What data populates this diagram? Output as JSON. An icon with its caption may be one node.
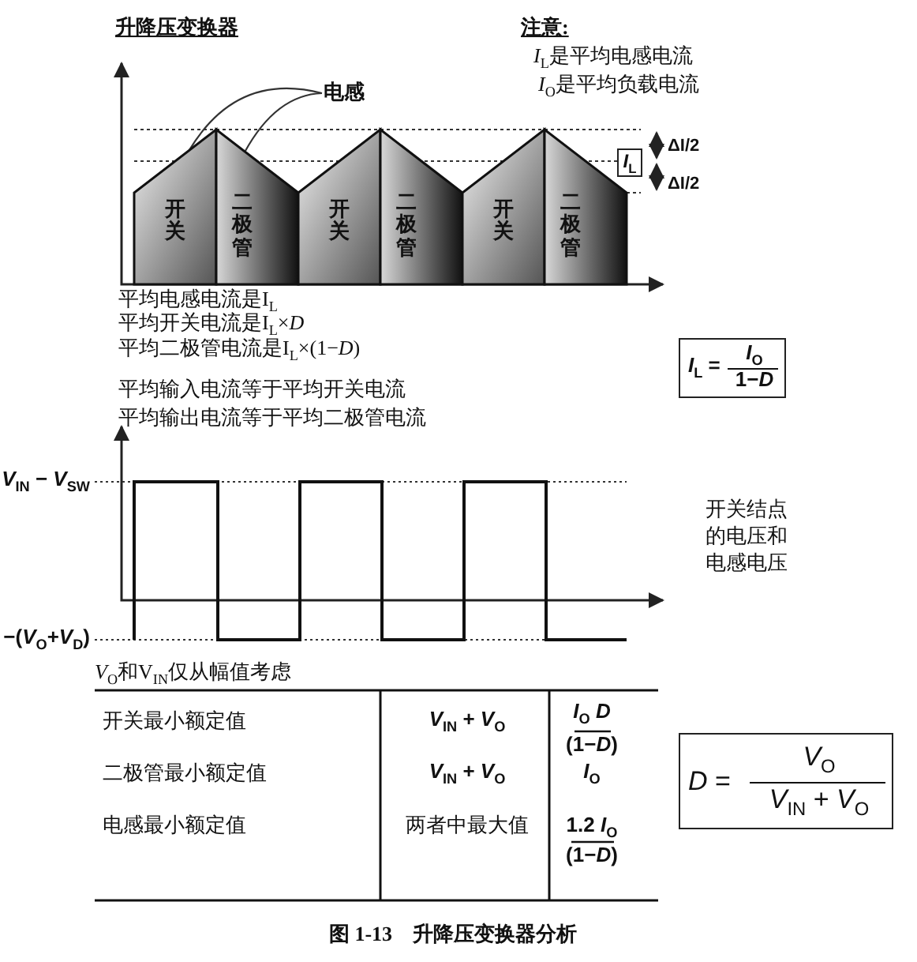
{
  "diagram": {
    "title": "升降压变换器",
    "caption": "图 1-13　升降压变换器分析",
    "nodes": [
      {
        "text": [
          "电感"
        ]
      },
      {
        "text": [
          "开关"
        ]
      },
      {
        "text": [
          "二极管"
        ]
      },
      {
        "text": [
          "开关"
        ]
      },
      {
        "text": [
          "二极管"
        ]
      },
      {
        "text": [
          "开关"
        ]
      },
      {
        "text": [
          "二极管"
        ]
      },
      {
        "text": [
          "*I*$_{L}$"
        ]
      },
      {
        "text": [
          "*I*$_{L}$ =",
          "*I*$_{O}$",
          "1−*D*"
        ]
      },
      {
        "text": [
          "*D* =",
          "*V*$_{O}$",
          "*V*$_{IN}$ + *V*$_{O}$"
        ]
      }
    ],
    "edges": [
      {
        "from": 0,
        "to": 1,
        "arrow": "none"
      },
      {
        "from": 0,
        "to": 2,
        "arrow": "none"
      }
    ],
    "labels": [
      "注意:",
      "*I*$_{L}$是平均电感电流",
      "*I*$_{O}$是平均负载电流",
      "ΔI/2",
      "ΔI/2",
      "平均电感电流是I$_{L}$",
      "平均开关电流是I$_{L}$×*D*",
      "平均二极管电流是I$_{L}$×(1−*D*)",
      "平均输入电流等于平均开关电流",
      "平均输出电流等于平均二极管电流",
      "*V*$_{IN}$ − *V*$_{SW}$",
      "开关结点的电压和电感电压",
      "−(*V*$_{O}$+*V*$_{D}$)",
      "*V*$_{O}$和V$_{IN}$仅从幅值考虑",
      "开关最小额定值",
      "*V*$_{IN}$ + *V*$_{O}$",
      "*I*$_{O}$ *D*",
      "(1−*D*)",
      "二极管最小额定值",
      "*V*$_{IN}$ + *V*$_{O}$",
      "*I*$_{O}$",
      "电感最小额定值",
      "两者中最大值",
      "1.2 *I*$_{O}$",
      "(1−*D*)"
    ]
  }
}
